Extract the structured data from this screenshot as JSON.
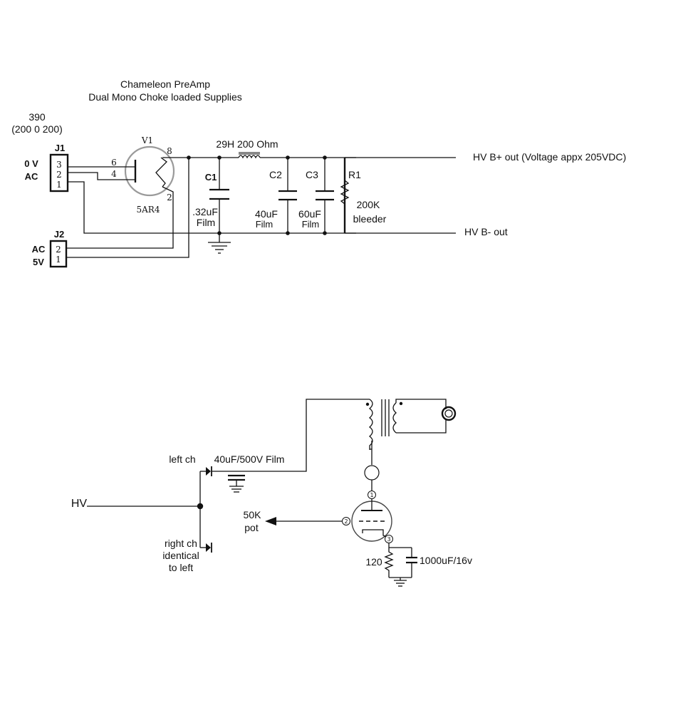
{
  "title": {
    "line1": "Chameleon PreAmp",
    "line2": "Dual Mono Choke loaded Supplies"
  },
  "transformer": {
    "model": "390",
    "rating": "(200 0 200)"
  },
  "j1": {
    "name": "J1",
    "label_0v": "0 V",
    "label_ac": "AC",
    "pins": [
      "3",
      "2",
      "1"
    ]
  },
  "j2": {
    "name": "J2",
    "label_ac": "AC",
    "label_5v": "5V",
    "pins": [
      "2",
      "1"
    ]
  },
  "v1": {
    "name": "V1",
    "type": "5AR4",
    "pin6": "6",
    "pin4": "4",
    "pin8": "8",
    "pin2": "2"
  },
  "choke": {
    "label": "29H 200 Ohm"
  },
  "c1": {
    "name": "C1",
    "value": ".32uF",
    "kind": "Film"
  },
  "c2": {
    "name": "C2",
    "value": "40uF",
    "kind": "Film"
  },
  "c3": {
    "name": "C3",
    "value": "60uF",
    "kind": "Film"
  },
  "r1": {
    "name": "R1",
    "value": "200K",
    "kind": "bleeder"
  },
  "outputs": {
    "bplus": "HV B+ out  (Voltage appx 205VDC)",
    "bminus": "HV B- out"
  },
  "stage": {
    "hv": "HV",
    "left_ch": "left ch",
    "right_ch_1": "right ch",
    "right_ch_2": "identical",
    "right_ch_3": "to left",
    "coupling_cap": "40uF/500V Film",
    "pot_1": "50K",
    "pot_2": "pot",
    "cathode_res": "120",
    "cathode_cap": "1000uF/16v",
    "pin1": "1",
    "pin2": "2",
    "pin3": "3"
  }
}
